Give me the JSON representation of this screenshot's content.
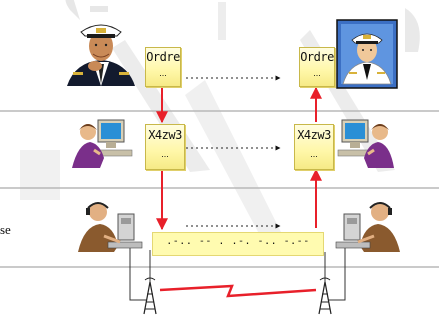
{
  "scrolls": {
    "top_left": {
      "title": "Ordre",
      "body": "..."
    },
    "top_right": {
      "title": "Ordre",
      "body": "..."
    },
    "mid_left": {
      "title": "X4zw3",
      "body": "..."
    },
    "mid_right": {
      "title": "X4zw3",
      "body": "..."
    }
  },
  "radio_message": ".-.. -- . .-. -.. -.--",
  "side_text": "se",
  "colors": {
    "arrow": "#e8202a",
    "link": "#e8202a",
    "band": "#c8c8c8",
    "scroll": "#fff7a8"
  },
  "icons": [
    "officer-portrait",
    "captain-portrait",
    "cipher-clerk",
    "cipher-clerk",
    "radio-operator",
    "radio-operator",
    "antenna-tower",
    "antenna-tower"
  ]
}
